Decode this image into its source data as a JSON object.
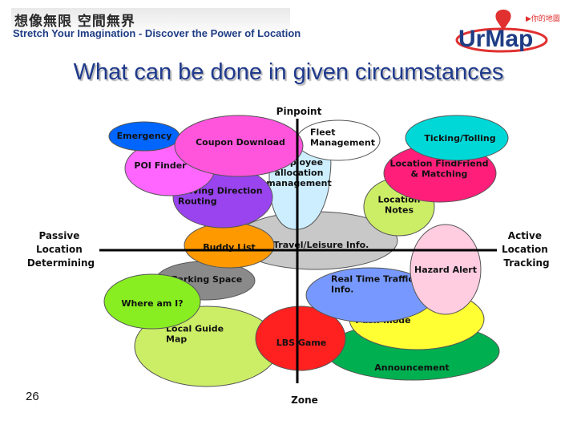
{
  "header": {
    "chinese_slogan": "想像無限 空間無界",
    "english_slogan": "Stretch Your Imagination - Discover the Power of Location",
    "logo_text": "UrMap",
    "logo_cn": "▶你的地圖"
  },
  "slide": {
    "title": "What can be done in given circumstances",
    "page_number": "26"
  },
  "axes": {
    "top": "Pinpoint",
    "bottom": "Zone",
    "left": [
      "Passive",
      "Location",
      "Determining"
    ],
    "right": [
      "Active",
      "Location",
      "Tracking"
    ]
  },
  "bubbles": [
    {
      "id": "announcement",
      "lines": [
        "Announcement"
      ],
      "color": "#00b050"
    },
    {
      "id": "local-guide-map",
      "lines": [
        "Local Guide",
        "Map"
      ],
      "color": "#ccee66"
    },
    {
      "id": "push-mode",
      "lines": [
        "Push-mode"
      ],
      "color": "#ffff33"
    },
    {
      "id": "lbs-game",
      "lines": [
        "LBS Game"
      ],
      "color": "#ff2020"
    },
    {
      "id": "real-time-traffic",
      "lines": [
        "Real Time Traffic",
        "Info."
      ],
      "color": "#7799ff"
    },
    {
      "id": "travel-leisure",
      "lines": [
        "Travel/Leisure Info."
      ],
      "color": "#c8c8c8"
    },
    {
      "id": "hazard-alert",
      "lines": [
        "Hazard Alert"
      ],
      "color": "#ffcce0"
    },
    {
      "id": "parking-space",
      "lines": [
        "Parking Space"
      ],
      "color": "#8a8a8a"
    },
    {
      "id": "where-am-i",
      "lines": [
        "Where am I?"
      ],
      "color": "#88ee22"
    },
    {
      "id": "buddy-list",
      "lines": [
        "Buddy List"
      ],
      "color": "#ff9900"
    },
    {
      "id": "employee-allocation",
      "lines": [
        "employee",
        "allocation",
        "management"
      ],
      "color": "#cceeff"
    },
    {
      "id": "location-notes",
      "lines": [
        "Location",
        "Notes"
      ],
      "color": "#ccee66"
    },
    {
      "id": "location-findfriend",
      "lines": [
        "Location FindFriend",
        "& Matching"
      ],
      "color": "#ff1f7a"
    },
    {
      "id": "ticking-tolling",
      "lines": [
        "Ticking/Tolling"
      ],
      "color": "#00d8d8"
    },
    {
      "id": "fleet-management",
      "lines": [
        "Fleet",
        "Management"
      ],
      "color": "#ffffff"
    },
    {
      "id": "driving-direction",
      "lines": [
        "Driving Direction",
        "Routing"
      ],
      "color": "#9944ee"
    },
    {
      "id": "poi-finder",
      "lines": [
        "POI Finder"
      ],
      "color": "#ff66ff"
    },
    {
      "id": "emergency",
      "lines": [
        "Emergency"
      ],
      "color": "#0066ff"
    },
    {
      "id": "coupon-download",
      "lines": [
        "Coupon Download"
      ],
      "color": "#ff55dd"
    }
  ]
}
